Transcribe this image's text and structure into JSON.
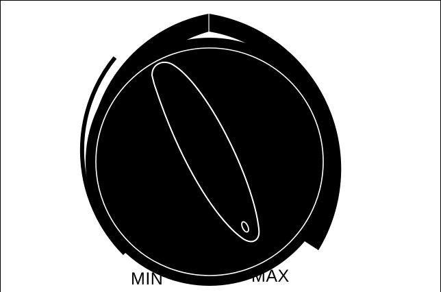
{
  "dial": {
    "min_label": "MIN",
    "max_label": "MAX",
    "setting_level": 0.85,
    "icons": {
      "knob": "rotary-knob-icon",
      "pointer": "knob-pointer-icon",
      "scale": "tapered-arc-scale-icon"
    },
    "colors": {
      "knob": "#000000",
      "outline": "#ffffff",
      "background": "#ffffff",
      "border": "#000000"
    }
  }
}
